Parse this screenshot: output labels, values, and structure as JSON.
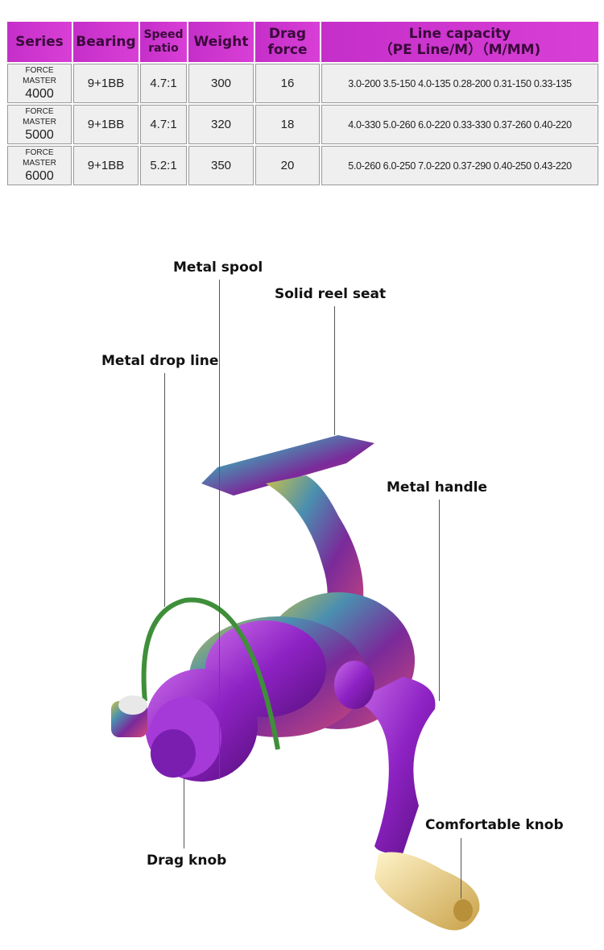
{
  "table": {
    "headers": [
      "Series",
      "Bearing",
      "Speed ratio",
      "Weight",
      "Drag force",
      "Line capacity",
      "（PE Line/M）（M/MM)"
    ],
    "rows": [
      {
        "series_name": "FORCE MASTER",
        "series_size": "4000",
        "bearing": "9+1BB",
        "speed_ratio": "4.7:1",
        "weight": "300",
        "drag_force": "16",
        "line_capacity": "3.0-200 3.5-150 4.0-135 0.28-200 0.31-150 0.33-135"
      },
      {
        "series_name": "FORCE MASTER",
        "series_size": "5000",
        "bearing": "9+1BB",
        "speed_ratio": "4.7:1",
        "weight": "320",
        "drag_force": "18",
        "line_capacity": "4.0-330 5.0-260 6.0-220 0.33-330 0.37-260 0.40-220"
      },
      {
        "series_name": "FORCE MASTER",
        "series_size": "6000",
        "bearing": "9+1BB",
        "speed_ratio": "5.2:1",
        "weight": "350",
        "drag_force": "20",
        "line_capacity": "5.0-260 6.0-250 7.0-220 0.37-290 0.40-250 0.43-220"
      }
    ]
  },
  "callouts": {
    "metal_spool": "Metal spool",
    "solid_reel_seat": "Solid reel seat",
    "metal_drop_line": "Metal drop line",
    "metal_handle": "Metal handle",
    "drag_knob": "Drag knob",
    "comfortable_knob": "Comfortable  knob"
  },
  "colors": {
    "header": "#c52fc9",
    "spool": "#9b2fd0",
    "knob": "#e6cf8a"
  }
}
